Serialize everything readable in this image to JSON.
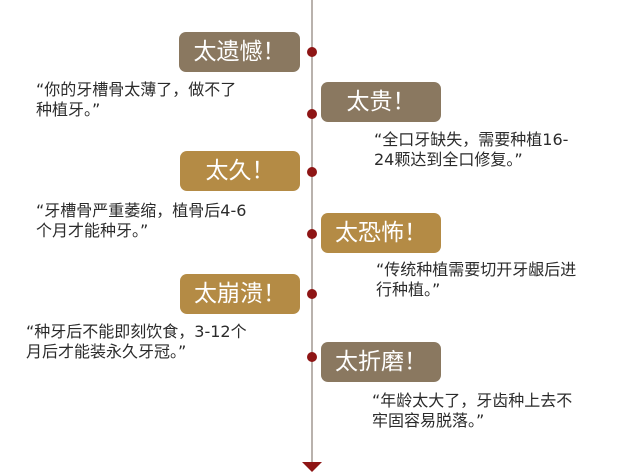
{
  "colors": {
    "brown_dark": "#8a7860",
    "gold": "#b48b45",
    "line": "#b9b2ad",
    "dot": "#8e1515"
  },
  "items": [
    {
      "label": "太遗憾！",
      "text": "“你的牙槽骨太薄了，做不了种植牙。”"
    },
    {
      "label": "太贵！",
      "text": "“全口牙缺失，需要种植16-24颗达到全口修复。”"
    },
    {
      "label": "太久！",
      "text": "“牙槽骨严重萎缩，植骨后4-6个月才能种牙。”"
    },
    {
      "label": "太恐怖！",
      "text": "“传统种植需要切开牙龈后进行种植。”"
    },
    {
      "label": "太崩溃！",
      "text": "“种牙后不能即刻饮食，3-12个月后才能装永久牙冠。”"
    },
    {
      "label": "太折磨！",
      "text": "“年龄太大了，牙齿种上去不牢固容易脱落。”"
    }
  ]
}
